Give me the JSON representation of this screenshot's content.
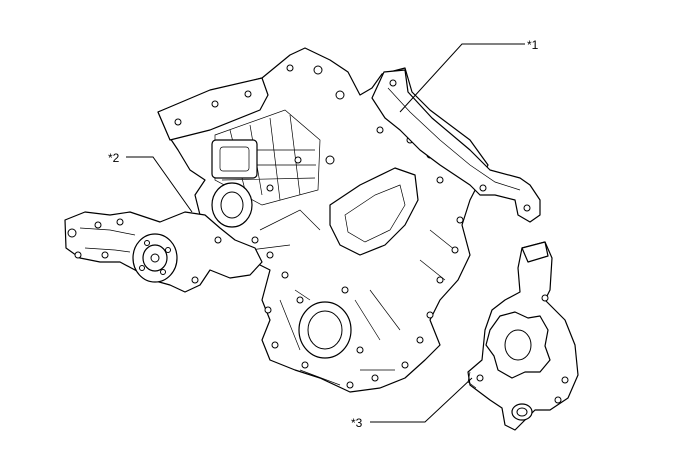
{
  "callouts": [
    {
      "id": "1",
      "label": "*1"
    },
    {
      "id": "2",
      "label": "*2"
    },
    {
      "id": "3",
      "label": "*3"
    }
  ]
}
